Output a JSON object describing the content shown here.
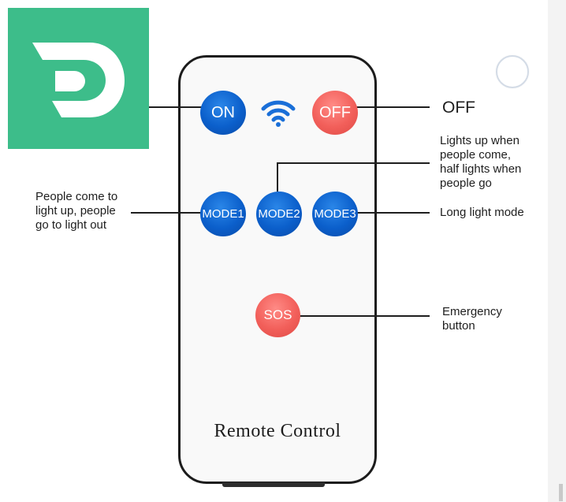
{
  "logo": {
    "icon": "d-letter-logo-icon",
    "background_color": "#3dbd8a"
  },
  "remote": {
    "title": "Remote Control",
    "signal_icon": "wifi-icon",
    "buttons": {
      "on": {
        "label": "ON",
        "color": "#0b5fcb"
      },
      "off": {
        "label": "OFF",
        "color": "#f25f5a"
      },
      "mode1": {
        "label": "MODE1",
        "color": "#0b5fcb"
      },
      "mode2": {
        "label": "MODE2",
        "color": "#0b5fcb"
      },
      "mode3": {
        "label": "MODE3",
        "color": "#0b5fcb"
      },
      "sos": {
        "label": "SOS",
        "color": "#f25f5a"
      }
    }
  },
  "callouts": {
    "off": "OFF",
    "mode1": "People come to\nlight up, people\ngo to light out",
    "mode2": "Lights up when\npeople come,\nhalf lights when\npeople go",
    "mode3": "Long light mode",
    "sos": "Emergency\nbutton"
  }
}
